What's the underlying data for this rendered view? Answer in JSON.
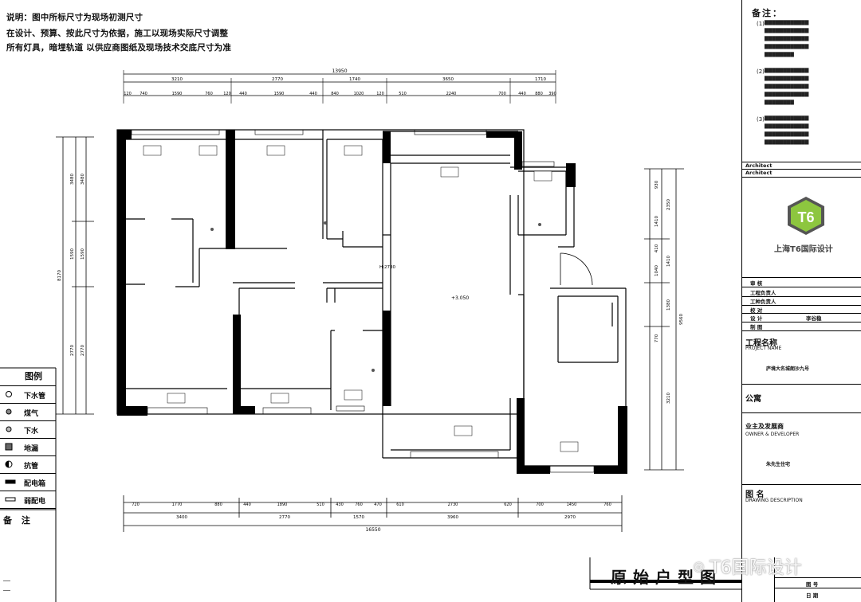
{
  "notes": {
    "line1": "说明：图中所标尺寸为现场初测尺寸",
    "line2": "在设计、预算、按此尺寸为依据，施工以现场实际尺寸调整",
    "line3": "所有灯具，暗埋轨道 以供应商图纸及现场技术交底尺寸为准"
  },
  "top_dims": {
    "total": "13950",
    "segments": [
      "3210",
      "2770",
      "1740",
      "3650",
      "1710"
    ],
    "details": [
      "120",
      "740",
      "1590",
      "760",
      "120",
      "440",
      "1590",
      "440",
      "840",
      "1020",
      "120",
      "510",
      "2240",
      "700",
      "440",
      "880",
      "390"
    ]
  },
  "bottom_dims": {
    "total": "16550",
    "segments": [
      "3400",
      "2770",
      "1570",
      "3960",
      "2970"
    ],
    "details": [
      "720",
      "1770",
      "880",
      "440",
      "1890",
      "510",
      "430",
      "760",
      "470",
      "610",
      "2730",
      "620",
      "700",
      "1450",
      "760"
    ]
  },
  "left_dims": {
    "total": "8170",
    "segments": [
      "3480",
      "1590",
      "2770"
    ]
  },
  "right_dims": {
    "total": "9560",
    "segments": [
      "2350",
      "1410",
      "1380",
      "3210"
    ],
    "details": [
      "930",
      "1410",
      "410",
      "1040",
      "770"
    ]
  },
  "plan": {
    "elev1": "H:2730",
    "elev2": "+3.050"
  },
  "legend": {
    "title": "图例",
    "items": [
      {
        "icon": "drain-pipe-icon",
        "label": "下水管"
      },
      {
        "icon": "gas-icon",
        "label": "煤气"
      },
      {
        "icon": "floor-drain-icon",
        "label": "下水"
      },
      {
        "icon": "floor-heating-icon",
        "label": "地漏"
      },
      {
        "icon": "riser-pipe-icon",
        "label": "抗管"
      },
      {
        "icon": "distribution-box-icon",
        "label": "配电箱"
      },
      {
        "icon": "weak-box-icon",
        "label": "弱配电"
      }
    ],
    "beizhu": "备 注"
  },
  "right_panel": {
    "notes_title": "备注：",
    "note_nums": [
      "(1)",
      "(2)",
      "(3)"
    ],
    "architect1": "Architect",
    "architect2": "Architect",
    "company": "上海T6国际设计",
    "roles": [
      "审    核",
      "工程负责人",
      "工种负责人",
      "校    对",
      "设    计",
      "制    图"
    ],
    "designer": "李谷稳",
    "project_name_cn": "工程名称",
    "project_name_en": "PROJECT NAME",
    "project_value": "庐境大名城朗沙九号",
    "project_type": "公寓",
    "owner_cn": "业主及发展商",
    "owner_en": "OWNER & DEVELOPER",
    "owner_value": "朱先生住宅",
    "drawing_cn": "图 名",
    "drawing_en": "DRAWING DESCRIPTION",
    "sheet_no": "图 号",
    "date": "日 期"
  },
  "sheet_title": "原始户型图",
  "watermark": "T6国际设计",
  "colors": {
    "wall": "#000000",
    "accent": "#8dc63f",
    "logo_dark": "#555555"
  }
}
